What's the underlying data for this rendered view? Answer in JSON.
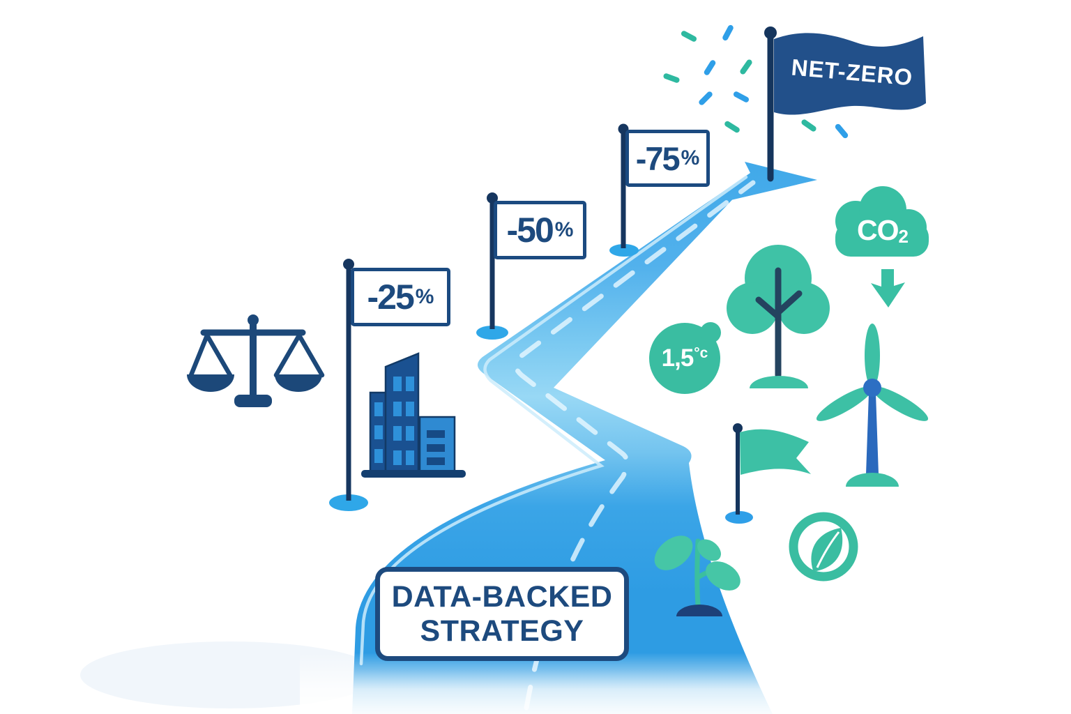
{
  "illustration": {
    "flag_label": "NET-ZERO",
    "milestones": [
      {
        "value": "-25",
        "unit": "%"
      },
      {
        "value": "-50",
        "unit": "%"
      },
      {
        "value": "-75",
        "unit": "%"
      }
    ],
    "strategy_sign": {
      "line1": "DATA-BACKED",
      "line2": "STRATEGY"
    },
    "temperature_badge": {
      "value": "1,5",
      "unit": "°c"
    },
    "co2_cloud": {
      "label": "CO",
      "subscript": "2"
    },
    "icons": [
      "balance-scale-icon",
      "buildings-icon",
      "road-path",
      "road-arrow",
      "milestone-pole",
      "net-zero-flag-icon",
      "confetti",
      "co2-cloud-icon",
      "co2-down-arrow-icon",
      "temperature-badge-icon",
      "tree-icon",
      "wind-turbine-icon",
      "green-flag-icon",
      "leaf-badge-icon",
      "seedling-icon"
    ],
    "colors": {
      "navy_text": "#1d4a7e",
      "flag_navy": "#22508a",
      "pole_navy": "#16365f",
      "road_blue": "#38a3e6",
      "road_light_blue": "#98d8f5",
      "base_dot_blue": "#2fa7e8",
      "teal_green": "#3abda1",
      "building_blue": "#1a5191",
      "building_light_blue": "#2f8ad2",
      "window_blue": "#2e91da",
      "white": "#ffffff"
    }
  }
}
